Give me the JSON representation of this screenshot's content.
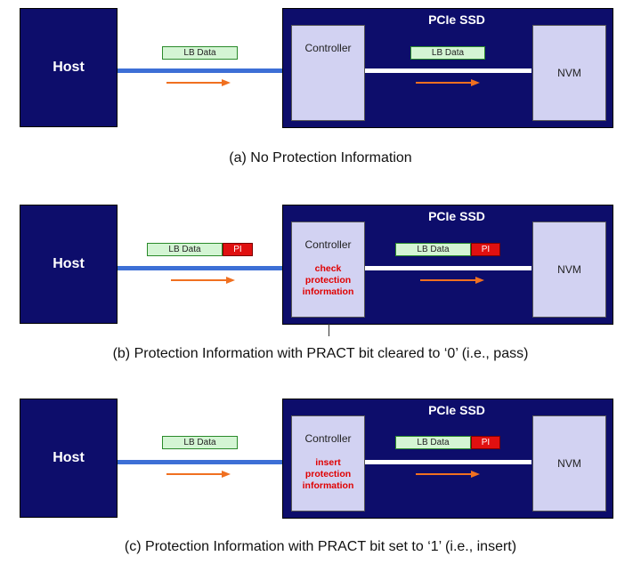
{
  "diagrams": [
    {
      "host_label": "Host",
      "ssd_title": "PCIe SSD",
      "controller_label": "Controller",
      "controller_note": "",
      "nvm_label": "NVM",
      "host_packet": {
        "lb": "LB Data",
        "pi": ""
      },
      "ssd_packet": {
        "lb": "LB Data",
        "pi": ""
      },
      "caption": "(a) No Protection Information"
    },
    {
      "host_label": "Host",
      "ssd_title": "PCIe SSD",
      "controller_label": "Controller",
      "controller_note": "check protection information",
      "nvm_label": "NVM",
      "host_packet": {
        "lb": "LB Data",
        "pi": "PI"
      },
      "ssd_packet": {
        "lb": "LB Data",
        "pi": "PI"
      },
      "caption": "(b) Protection Information with PRACT bit cleared to ‘0’ (i.e., pass)"
    },
    {
      "host_label": "Host",
      "ssd_title": "PCIe SSD",
      "controller_label": "Controller",
      "controller_note": "insert protection information",
      "nvm_label": "NVM",
      "host_packet": {
        "lb": "LB Data",
        "pi": ""
      },
      "ssd_packet": {
        "lb": "LB Data",
        "pi": "PI"
      },
      "caption": "(c) Protection Information with PRACT bit set to ‘1’ (i.e., insert)"
    }
  ],
  "colors": {
    "box_fill": "#0d0d6b",
    "component_fill": "#d2d2f2",
    "host_link": "#3d6fd6",
    "ssd_link": "#ffffff",
    "arrow": "#f07020",
    "lb_fill": "#d4f5d4",
    "pi_fill": "#e01010",
    "note_text": "#e00000"
  }
}
